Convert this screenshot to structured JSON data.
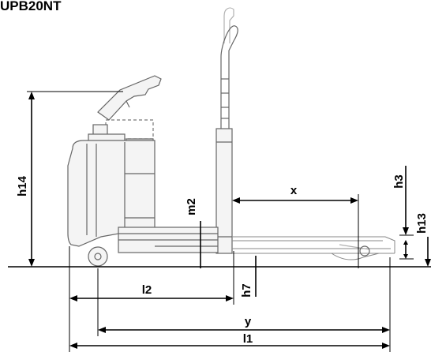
{
  "title": "UPB20NT",
  "dimensions": {
    "h14": "h14",
    "m2": "m2",
    "x": "x",
    "h3": "h3",
    "h13": "h13",
    "l2": "l2",
    "h7": "h7",
    "y": "y",
    "l1": "l1"
  }
}
